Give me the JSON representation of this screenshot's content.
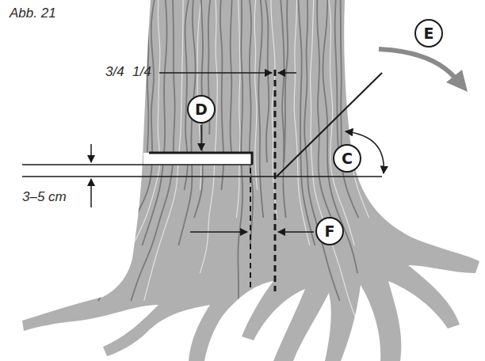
{
  "diagram": {
    "nodes": [
      {
        "text": [
          "E"
        ]
      },
      {
        "text": [
          "D"
        ]
      },
      {
        "text": [
          "C"
        ]
      },
      {
        "text": [
          "F"
        ]
      }
    ],
    "labels": [
      "Abb. 21",
      "3/4",
      "1/4",
      "3–5 cm"
    ]
  }
}
